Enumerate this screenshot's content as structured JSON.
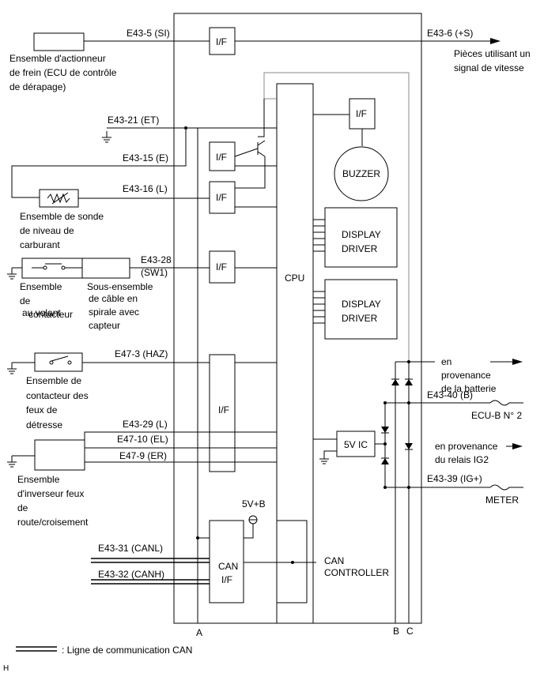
{
  "pins": {
    "si": "E43-5 (SI)",
    "plus_s": "E43-6 (+S)",
    "et": "E43-21 (ET)",
    "e": "E43-15 (E)",
    "l16": "E43-16 (L)",
    "pin28": "E43-28",
    "sw1": "(SW1)",
    "haz": "E47-3 (HAZ)",
    "l29": "E43-29 (L)",
    "el": "E47-10 (EL)",
    "er": "E47-9 (ER)",
    "canl": "E43-31 (CANL)",
    "canh": "E43-32 (CANH)",
    "b": "E43-40 (B)",
    "ig": "E43-39 (IG+)"
  },
  "labels": {
    "brake": [
      "Ensemble d'actionneur",
      "de frein (ECU de contrôle",
      "de dérapage)"
    ],
    "speed": [
      "Pièces utilisant un",
      "signal de vitesse"
    ],
    "fuel": [
      "Ensemble de sonde",
      "de niveau de",
      "carburant"
    ],
    "switch_a": [
      "Ensemble",
      "de",
      "au volant"
    ],
    "switch_a_overlap": "contacteur",
    "spiral": [
      "Sous-ensemble",
      "de câble en",
      "spirale avec",
      "capteur"
    ],
    "hazard": [
      "Ensemble de",
      "contacteur des",
      "feux de",
      "détresse"
    ],
    "dimmer": [
      "Ensemble",
      "d'inverseur feux",
      "de",
      "route/croisement"
    ],
    "battery": [
      "en",
      "provenance",
      "de la batterie"
    ],
    "ig2": [
      "en provenance",
      "du relais IG2"
    ],
    "ecu_b": "ECU-B N° 2",
    "meter_fuse": "METER",
    "can_controller": [
      "CAN",
      "CONTROLLER"
    ],
    "legend": ": Ligne de communication CAN",
    "corner": "H"
  },
  "blocks": {
    "if_label": "I/F",
    "cpu": "CPU",
    "buzzer": "BUZZER",
    "display1": [
      "DISPLAY",
      "DRIVER"
    ],
    "display2": [
      "DISPLAY",
      "DRIVER"
    ],
    "ic5v": "5V IC",
    "can_if": [
      "CAN",
      "I/F"
    ],
    "supply": "5V+B"
  },
  "bus_labels": {
    "a": "A",
    "b": "B",
    "c": "C"
  }
}
